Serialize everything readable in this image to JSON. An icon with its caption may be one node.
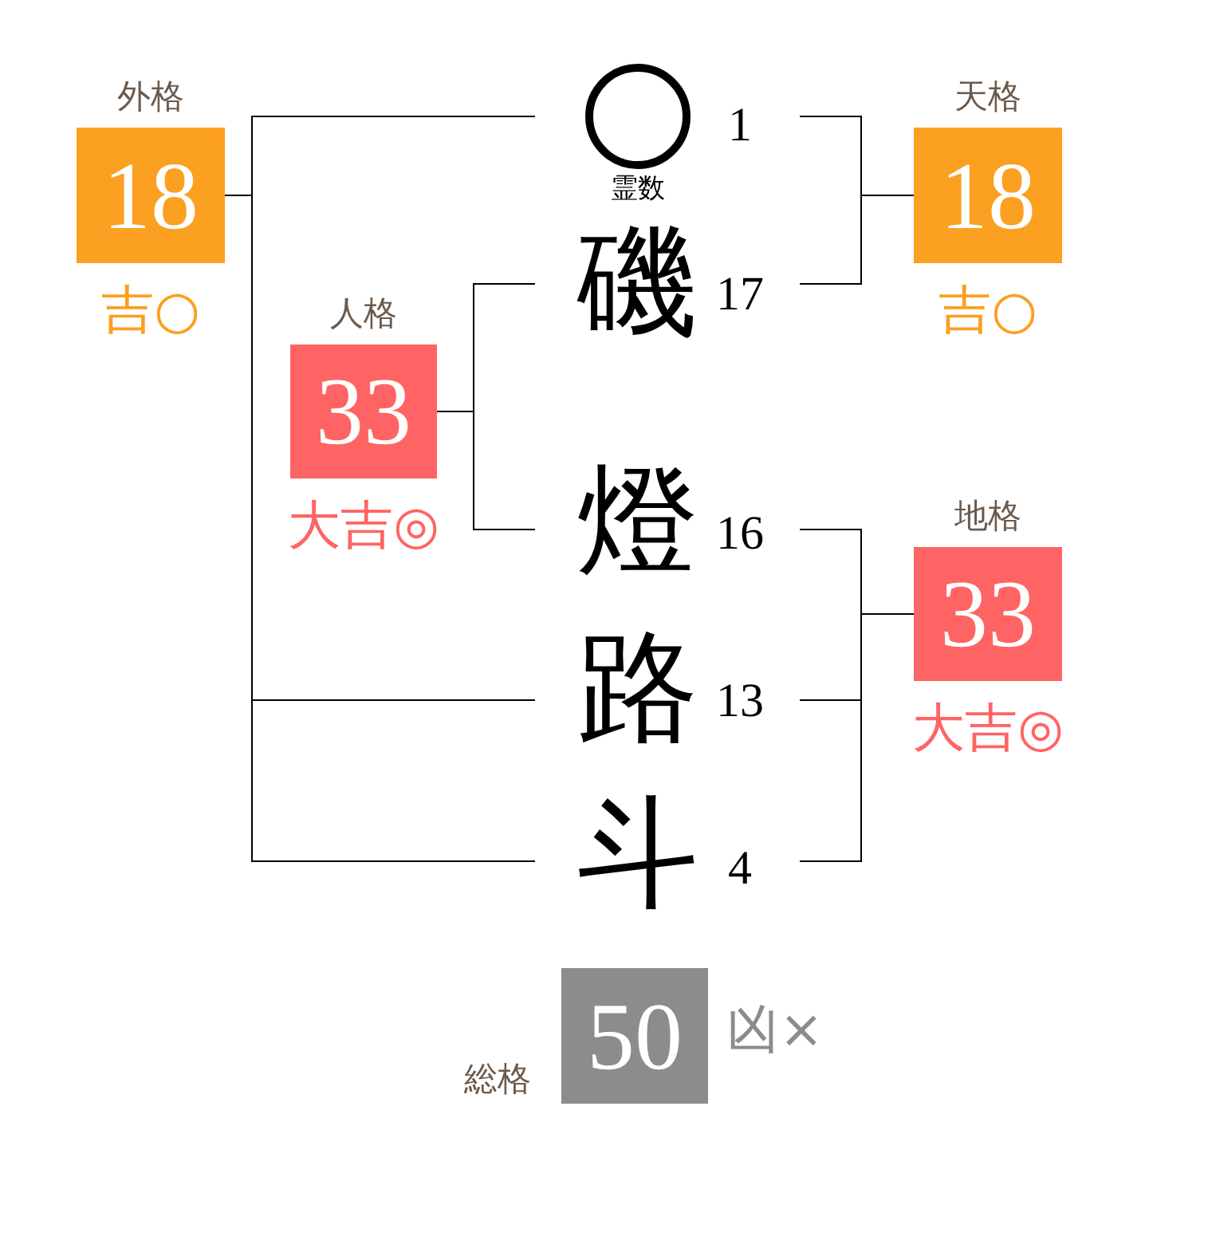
{
  "diagram": {
    "nodes": [
      {
        "text": [
          "外格",
          "18"
        ],
        "beside": [
          "吉○"
        ]
      },
      {
        "text": [],
        "shape": "circle",
        "beside": [
          "1",
          "霊数"
        ]
      },
      {
        "text": [
          "天格",
          "18"
        ],
        "beside": [
          "吉○"
        ]
      },
      {
        "text": [
          "磯"
        ],
        "beside": [
          "17"
        ]
      },
      {
        "text": [
          "人格",
          "33"
        ],
        "beside": [
          "大吉◎"
        ]
      },
      {
        "text": [
          "燈"
        ],
        "beside": [
          "16"
        ]
      },
      {
        "text": [
          "地格",
          "33"
        ],
        "beside": [
          "大吉◎"
        ]
      },
      {
        "text": [
          "路"
        ],
        "beside": [
          "13"
        ]
      },
      {
        "text": [
          "斗"
        ],
        "beside": [
          "4"
        ]
      },
      {
        "text": [
          "総格",
          "50"
        ],
        "beside": [
          "凶×"
        ]
      }
    ],
    "edges": [
      {
        "from": 1,
        "to": 0,
        "arrow": "none"
      },
      {
        "from": 7,
        "to": 0,
        "arrow": "none"
      },
      {
        "from": 8,
        "to": 0,
        "arrow": "none"
      },
      {
        "from": 1,
        "to": 2,
        "arrow": "none"
      },
      {
        "from": 3,
        "to": 2,
        "arrow": "none"
      },
      {
        "from": 3,
        "to": 4,
        "arrow": "none"
      },
      {
        "from": 5,
        "to": 4,
        "arrow": "none"
      },
      {
        "from": 5,
        "to": 6,
        "arrow": "none"
      },
      {
        "from": 7,
        "to": 6,
        "arrow": "none"
      },
      {
        "from": 8,
        "to": 6,
        "arrow": "none"
      }
    ]
  }
}
